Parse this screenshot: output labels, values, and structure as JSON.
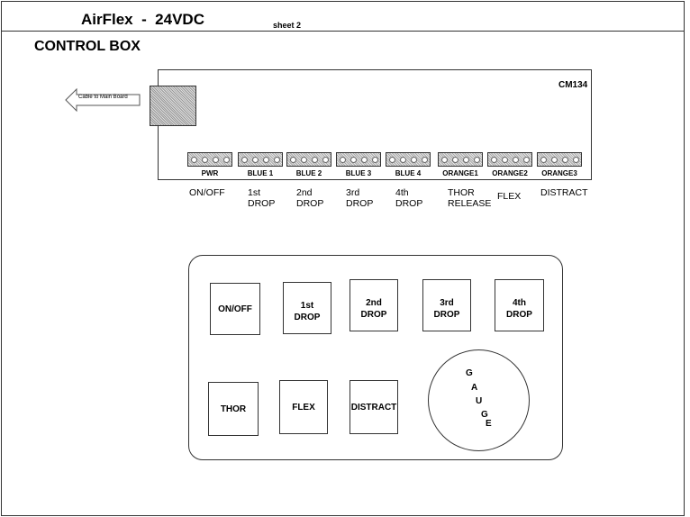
{
  "header": {
    "title": "AirFlex  -  24VDC",
    "sheet": "sheet 2"
  },
  "section_title": "CONTROL BOX",
  "board": {
    "model": "CM134",
    "cable_label": "Cable to Main Board",
    "connectors": [
      {
        "label": "PWR",
        "function": "ON/OFF"
      },
      {
        "label": "BLUE 1",
        "function": "1st\nDROP"
      },
      {
        "label": "BLUE 2",
        "function": "2nd\nDROP"
      },
      {
        "label": "BLUE 3",
        "function": "3rd\nDROP"
      },
      {
        "label": "BLUE 4",
        "function": "4th\nDROP"
      },
      {
        "label": "ORANGE1",
        "function": "THOR\nRELEASE"
      },
      {
        "label": "ORANGE2",
        "function": "FLEX"
      },
      {
        "label": "ORANGE3",
        "function": "DISTRACT"
      }
    ]
  },
  "panel": {
    "buttons": [
      "ON/OFF",
      "1st\nDROP",
      "2nd\nDROP",
      "3rd\nDROP",
      "4th\nDROP",
      "THOR",
      "FLEX",
      "DISTRACT"
    ],
    "gauge_letters": [
      "G",
      "A",
      "U",
      "G",
      "E"
    ]
  }
}
